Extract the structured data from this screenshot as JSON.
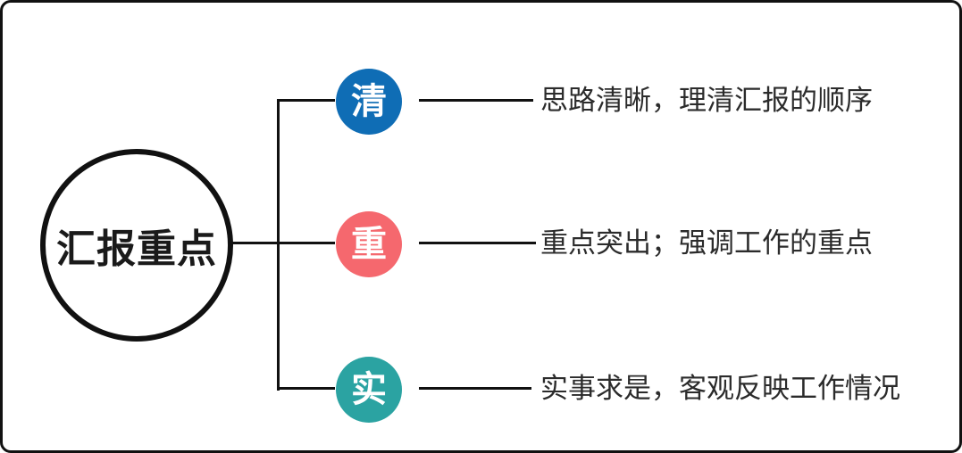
{
  "diagram": {
    "title": "汇报重点",
    "colors": {
      "line": "#111111",
      "border": "#111111",
      "background": "#ffffff",
      "root_text": "#1a1a1a",
      "branch_text": "#2b2b2b",
      "key_text": "#ffffff"
    },
    "branches": [
      {
        "key": "清",
        "color": "#0f6db5",
        "text": "思路清晰，理清汇报的顺序"
      },
      {
        "key": "重",
        "color": "#f5686e",
        "text": "重点突出；强调工作的重点"
      },
      {
        "key": "实",
        "color": "#2ba3a2",
        "text": "实事求是，客观反映工作情况"
      }
    ]
  }
}
